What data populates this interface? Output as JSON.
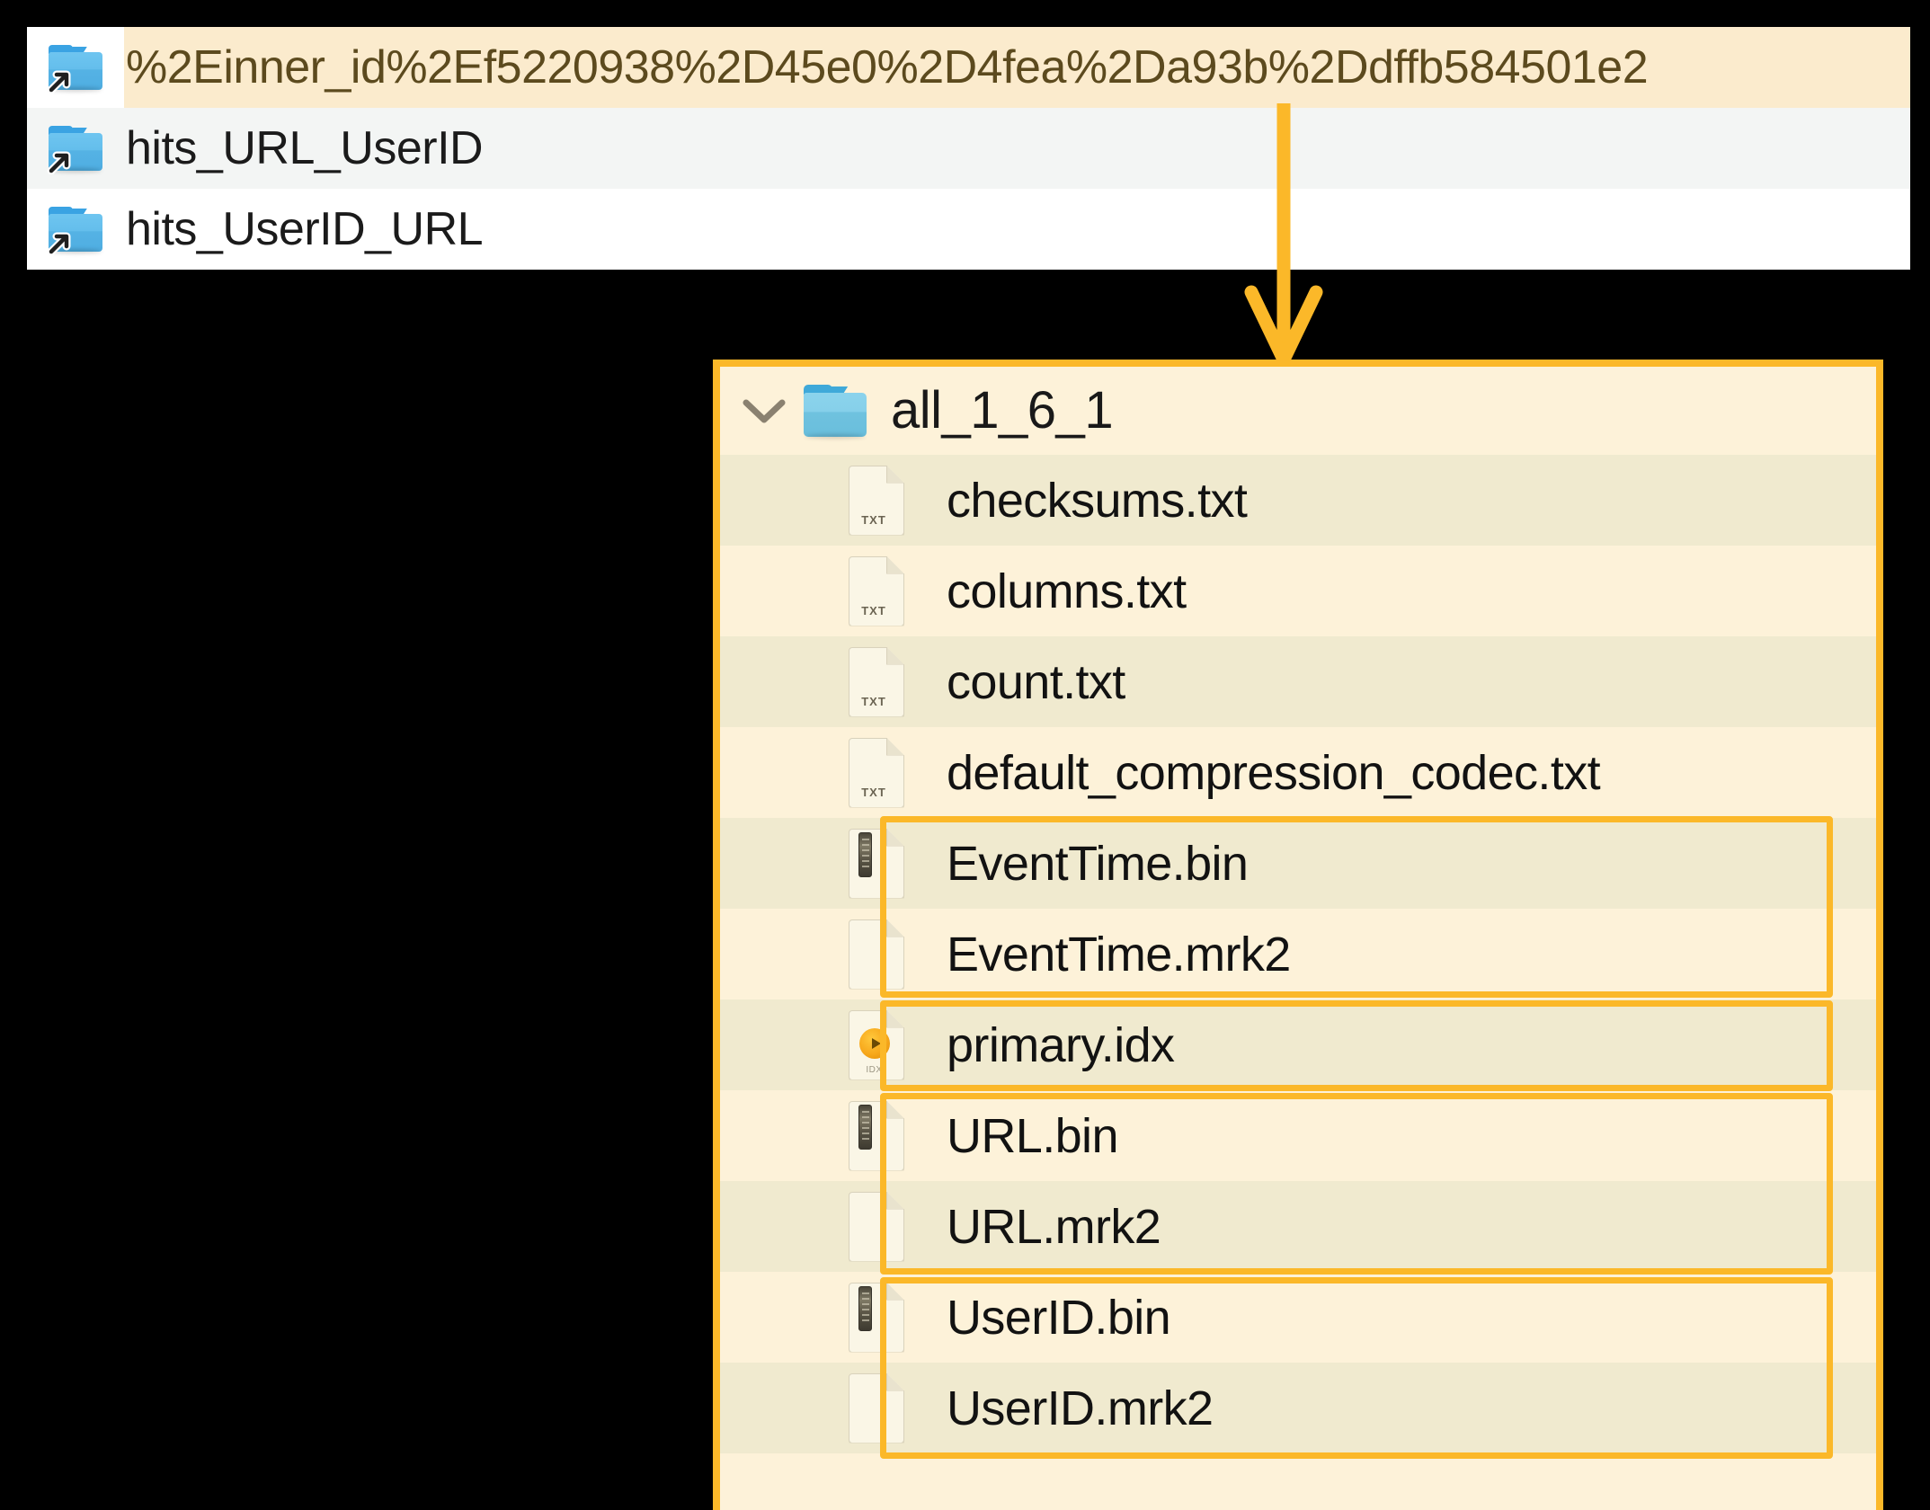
{
  "top_list": {
    "name": "symlink-folder-list",
    "rows": [
      {
        "label": "%2Einner_id%2Ef5220938%2D45e0%2D4fea%2Da93b%2Ddffb584501e2",
        "icon": "folder-symlink-icon",
        "highlighted": true
      },
      {
        "label": "hits_URL_UserID",
        "icon": "folder-symlink-icon",
        "highlighted": false
      },
      {
        "label": "hits_UserID_URL",
        "icon": "folder-symlink-icon",
        "highlighted": false
      }
    ]
  },
  "annotation": {
    "arrow": "down-arrow-annotation",
    "color": "#FBB829"
  },
  "tree_panel": {
    "header": {
      "chevron": "chevron-down-icon",
      "folder_icon": "folder-icon",
      "label": "all_1_6_1"
    },
    "files": [
      {
        "label": "checksums.txt",
        "icon": "txt-file-icon",
        "highlighted": false
      },
      {
        "label": "columns.txt",
        "icon": "txt-file-icon",
        "highlighted": false
      },
      {
        "label": "count.txt",
        "icon": "txt-file-icon",
        "highlighted": false
      },
      {
        "label": "default_compression_codec.txt",
        "icon": "txt-file-icon",
        "highlighted": false
      },
      {
        "label": "EventTime.bin",
        "icon": "bin-file-icon",
        "highlighted": true
      },
      {
        "label": "EventTime.mrk2",
        "icon": "blank-file-icon",
        "highlighted": true
      },
      {
        "label": "primary.idx",
        "icon": "idx-file-icon",
        "highlighted": true
      },
      {
        "label": "URL.bin",
        "icon": "bin-file-icon",
        "highlighted": true
      },
      {
        "label": "URL.mrk2",
        "icon": "blank-file-icon",
        "highlighted": true
      },
      {
        "label": "UserID.bin",
        "icon": "bin-file-icon",
        "highlighted": true
      },
      {
        "label": "UserID.mrk2",
        "icon": "blank-file-icon",
        "highlighted": true
      }
    ],
    "icon_tags": {
      "txt": "TXT",
      "idx": "IDX"
    },
    "highlight_groups": [
      {
        "name": "eventtime-group",
        "from": 4,
        "to": 5
      },
      {
        "name": "primary-idx-group",
        "from": 6,
        "to": 6
      },
      {
        "name": "url-group",
        "from": 7,
        "to": 8
      },
      {
        "name": "userid-group",
        "from": 9,
        "to": 10
      }
    ]
  },
  "colors": {
    "accent": "#FBB829",
    "highlight_row": "#FBEBCD",
    "panel_light": "#FDF2D9",
    "panel_dark": "#F0EACF",
    "folder_blue": "#55B2E4",
    "background": "#000000"
  }
}
